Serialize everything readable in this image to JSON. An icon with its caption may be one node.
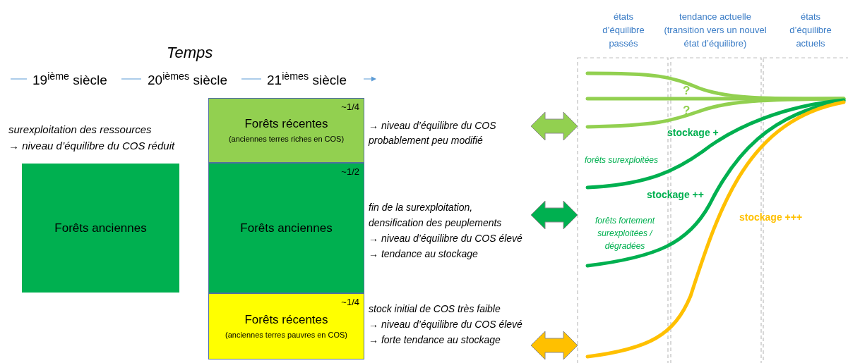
{
  "diagram": {
    "nodes": [
      {
        "text": [
          "Forêts anciennes"
        ]
      },
      {
        "text": [
          "~1/4",
          "Forêts récentes",
          "(anciennes terres riches en COS)"
        ]
      },
      {
        "text": [
          "~1/2",
          "Forêts anciennes"
        ]
      },
      {
        "text": [
          "~1/4",
          "Forêts récentes",
          "(anciennes terres pauvres en COS)"
        ]
      }
    ],
    "labels": [
      "états d’équilibre passés",
      "tendance actuelle (transition vers un nouvel état d’équilibre)",
      "états d’équilibre actuels",
      "Temps",
      "19$^{ième}$ siècle",
      "20$^{ièmes}$ siècle",
      "21$^{ièmes}$ siècle",
      "?",
      "?",
      "surexploitation des ressources",
      "→ niveau d’équilibre du COS réduit",
      "→ niveau d’équilibre du COS probablement peu modifié",
      "stockage +",
      "forêts surexploitées",
      "stockage ++",
      "fin de la surexploitation,",
      "densification des peuplements",
      "→ niveau d’équilibre du COS élevé",
      "→ tendance au stockage",
      "forêts fortement surexploitées / dégradées",
      "stockage +++",
      "stock initial de COS très faible",
      "→ niveau d’équilibre du COS élevé",
      "→ forte tendance au stockage"
    ]
  }
}
